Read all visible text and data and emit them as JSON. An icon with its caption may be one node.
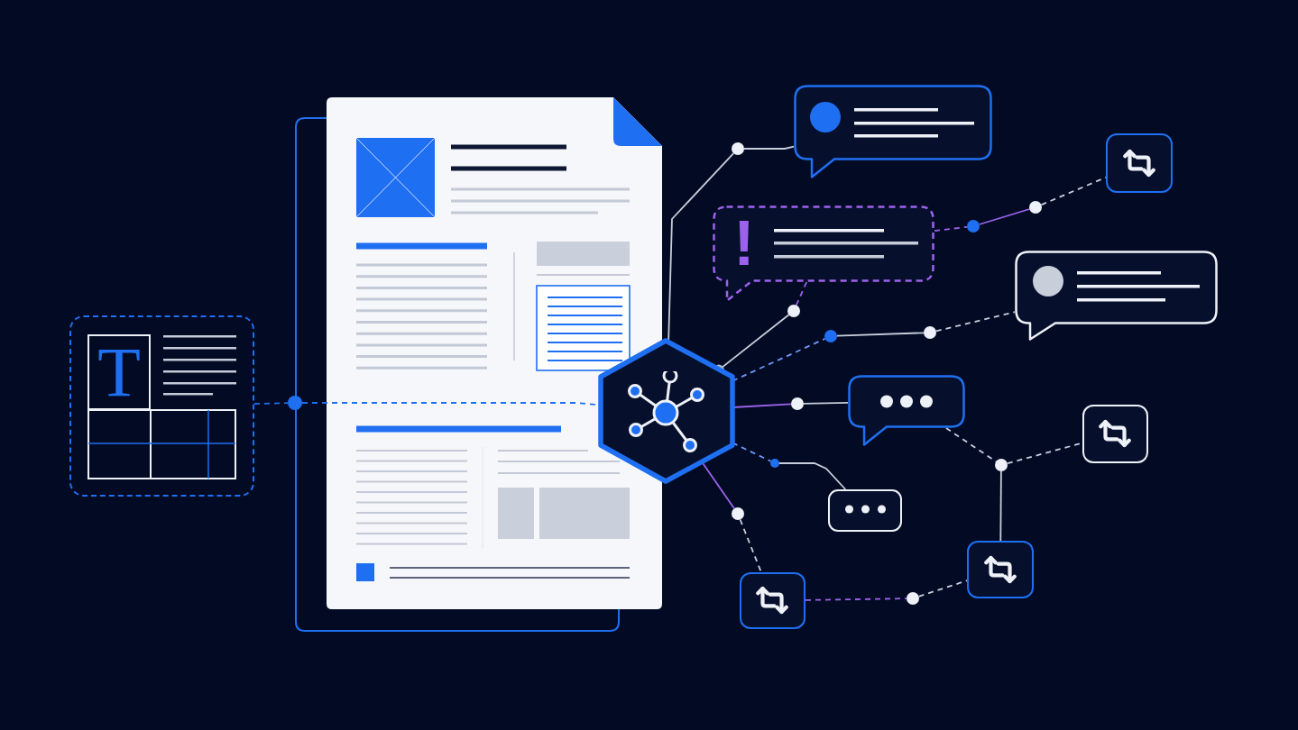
{
  "diagram": {
    "nodes": [
      {
        "text": [
          "T"
        ]
      },
      {
        "text": [],
        "shape": "circle"
      },
      {
        "text": [],
        "shape": "hexagon"
      },
      {
        "text": [],
        "shape": "bubble"
      },
      {
        "text": [],
        "shape": "circle"
      },
      {
        "text": [],
        "shape": "box"
      },
      {
        "text": [
          "!"
        ]
      },
      {
        "text": [],
        "shape": "circle"
      },
      {
        "text": [],
        "shape": "circle"
      },
      {
        "text": [],
        "shape": "bubble"
      },
      {
        "text": [],
        "shape": "circle"
      },
      {
        "text": [],
        "shape": "circle"
      },
      {
        "text": [],
        "shape": "circle"
      },
      {
        "text": [],
        "shape": "bubble"
      },
      {
        "text": [],
        "shape": "circle"
      },
      {
        "text": [],
        "shape": "box"
      },
      {
        "text": [],
        "shape": "circle"
      },
      {
        "text": [],
        "shape": "circle"
      },
      {
        "text": [],
        "shape": "box"
      },
      {
        "text": [],
        "shape": "circle"
      },
      {
        "text": [],
        "shape": "box"
      },
      {
        "text": [],
        "shape": "box"
      },
      {
        "text": [],
        "shape": "circle"
      }
    ],
    "edges": [
      {
        "from": 0,
        "to": 1,
        "arrow": "none",
        "style": "dashed",
        "color": "#1f6ff2"
      },
      {
        "from": 1,
        "to": 2,
        "arrow": "none",
        "style": "dashed",
        "color": "#1f6ff2"
      },
      {
        "from": 2,
        "to": 4,
        "arrow": "none"
      },
      {
        "from": 4,
        "to": 3,
        "arrow": "none"
      },
      {
        "from": 2,
        "to": 10,
        "arrow": "other"
      },
      {
        "from": 10,
        "to": 6,
        "arrow": "none",
        "style": "dashed",
        "color": "#9d62ec"
      },
      {
        "from": 6,
        "to": 7,
        "arrow": "none",
        "style": "dashed",
        "color": "#9d62ec"
      },
      {
        "from": 7,
        "to": 8,
        "arrow": "none",
        "color": "#9d62ec"
      },
      {
        "from": 8,
        "to": 5,
        "arrow": "none",
        "style": "dashed"
      },
      {
        "from": 2,
        "to": 11,
        "arrow": "none",
        "style": "dashed",
        "color": "#6e97f5"
      },
      {
        "from": 11,
        "to": 12,
        "arrow": "none"
      },
      {
        "from": 12,
        "to": 9,
        "arrow": "none",
        "style": "dashed"
      },
      {
        "from": 2,
        "to": 14,
        "arrow": "none",
        "color": "#9d62ec"
      },
      {
        "from": 14,
        "to": 13,
        "arrow": "none"
      },
      {
        "from": 13,
        "to": 16,
        "arrow": "none",
        "style": "dashed"
      },
      {
        "from": 16,
        "to": 15,
        "arrow": "none",
        "style": "dashed"
      },
      {
        "from": 16,
        "to": 20,
        "arrow": "none"
      },
      {
        "from": 2,
        "to": 17,
        "arrow": "none",
        "style": "dashed",
        "color": "#6e97f5"
      },
      {
        "from": 17,
        "to": 18,
        "arrow": "none"
      },
      {
        "from": 2,
        "to": 19,
        "arrow": "none",
        "color": "#9d62ec"
      },
      {
        "from": 19,
        "to": 21,
        "arrow": "none",
        "style": "dashed"
      },
      {
        "from": 21,
        "to": 22,
        "arrow": "none",
        "style": "dashed",
        "color": "#9d62ec"
      },
      {
        "from": 22,
        "to": 20,
        "arrow": "none",
        "style": "dashed"
      }
    ]
  }
}
